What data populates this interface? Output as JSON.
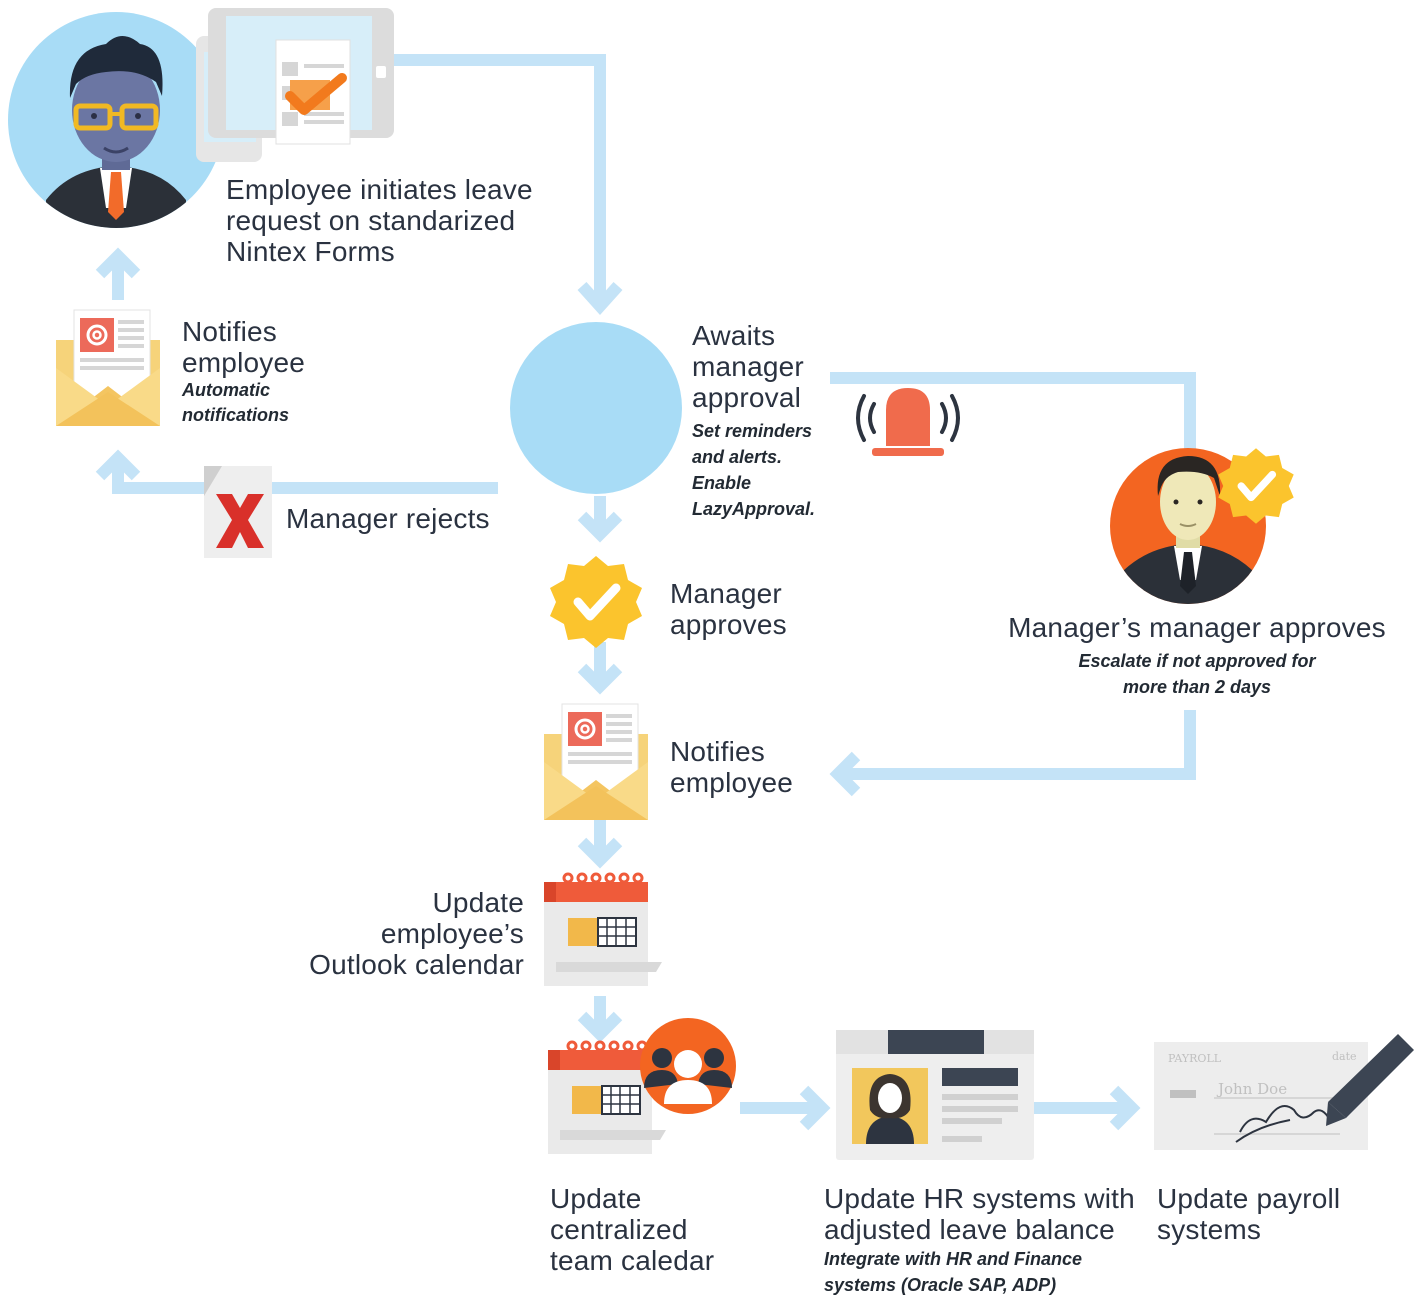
{
  "steps": {
    "initiate": {
      "lines": [
        "Employee initiates leave",
        "request on standarized",
        "Nintex Forms"
      ]
    },
    "notify_top": {
      "lines": [
        "Notifies",
        "employee"
      ],
      "note": [
        "Automatic",
        "notifications"
      ]
    },
    "awaits": {
      "lines": [
        "Awaits",
        "manager",
        "approval"
      ],
      "note": [
        "Set reminders",
        "and alerts.",
        "Enable",
        "LazyApproval."
      ]
    },
    "rejects": {
      "lines": [
        "Manager rejects"
      ]
    },
    "approves": {
      "lines": [
        "Manager",
        "approves"
      ]
    },
    "escalate": {
      "lines": [
        "Manager’s manager approves"
      ],
      "note": [
        "Escalate if not approved for",
        "more than 2 days"
      ]
    },
    "notify_mid": {
      "lines": [
        "Notifies",
        "employee"
      ]
    },
    "outlook": {
      "lines": [
        "Update",
        "employee’s",
        "Outlook calendar"
      ]
    },
    "team": {
      "lines": [
        "Update",
        "centralized",
        "team caledar"
      ]
    },
    "hr": {
      "lines": [
        "Update HR systems with",
        "adjusted leave balance"
      ],
      "note": [
        "Integrate with HR and Finance",
        "systems (Oracle SAP, ADP)"
      ]
    },
    "payroll": {
      "lines": [
        "Update payroll",
        "systems"
      ]
    }
  },
  "payroll_check": {
    "header": "PAYROLL",
    "date_label": "date",
    "payee": "John Doe"
  },
  "icons": [
    "employee-avatar-icon",
    "tablet-form-icon",
    "email-envelope-icon",
    "rejected-document-icon",
    "bell-alert-icon",
    "approval-badge-icon",
    "senior-manager-avatar-icon",
    "calendar-icon",
    "team-group-icon",
    "id-card-icon",
    "payroll-check-icon",
    "pen-icon"
  ],
  "colors": {
    "connector": "#c4e3f7",
    "avatar_bg": "#a8dcf6",
    "manager_bg": "#f36521",
    "badge": "#fbc42d",
    "alert_red": "#e03a2f",
    "text": "#2a3240"
  }
}
